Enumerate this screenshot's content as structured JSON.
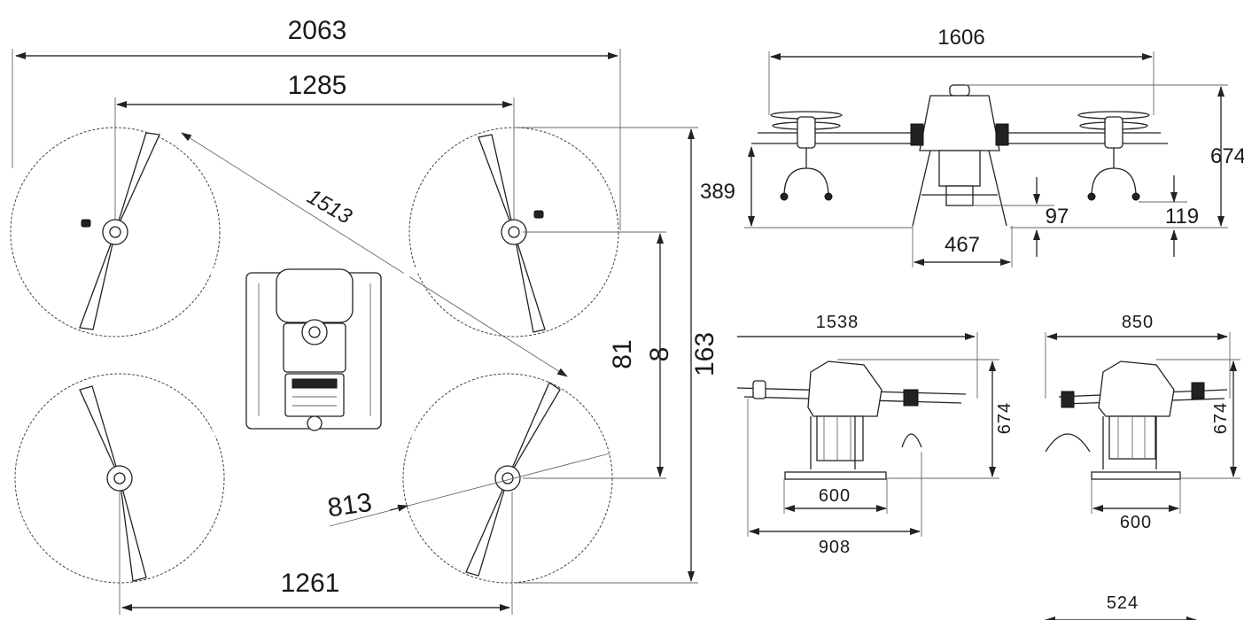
{
  "top_view": {
    "overall_width": "2063",
    "motor_span_top": "1285",
    "diagonal": "1513",
    "height_label": "163",
    "inner_vertical_a": "81",
    "inner_vertical_b": "8",
    "prop_radius": "813",
    "motor_span_bottom": "1261"
  },
  "front_view": {
    "width": "1606",
    "height": "674",
    "leg_height": "389",
    "skid_width": "467",
    "clearance_a": "97",
    "clearance_b": "119"
  },
  "side_view_left": {
    "width": "1538",
    "height": "674",
    "skid_width": "600",
    "base_width": "908"
  },
  "side_view_right": {
    "width": "850",
    "height": "674",
    "skid_width": "600",
    "base_width": "524"
  }
}
